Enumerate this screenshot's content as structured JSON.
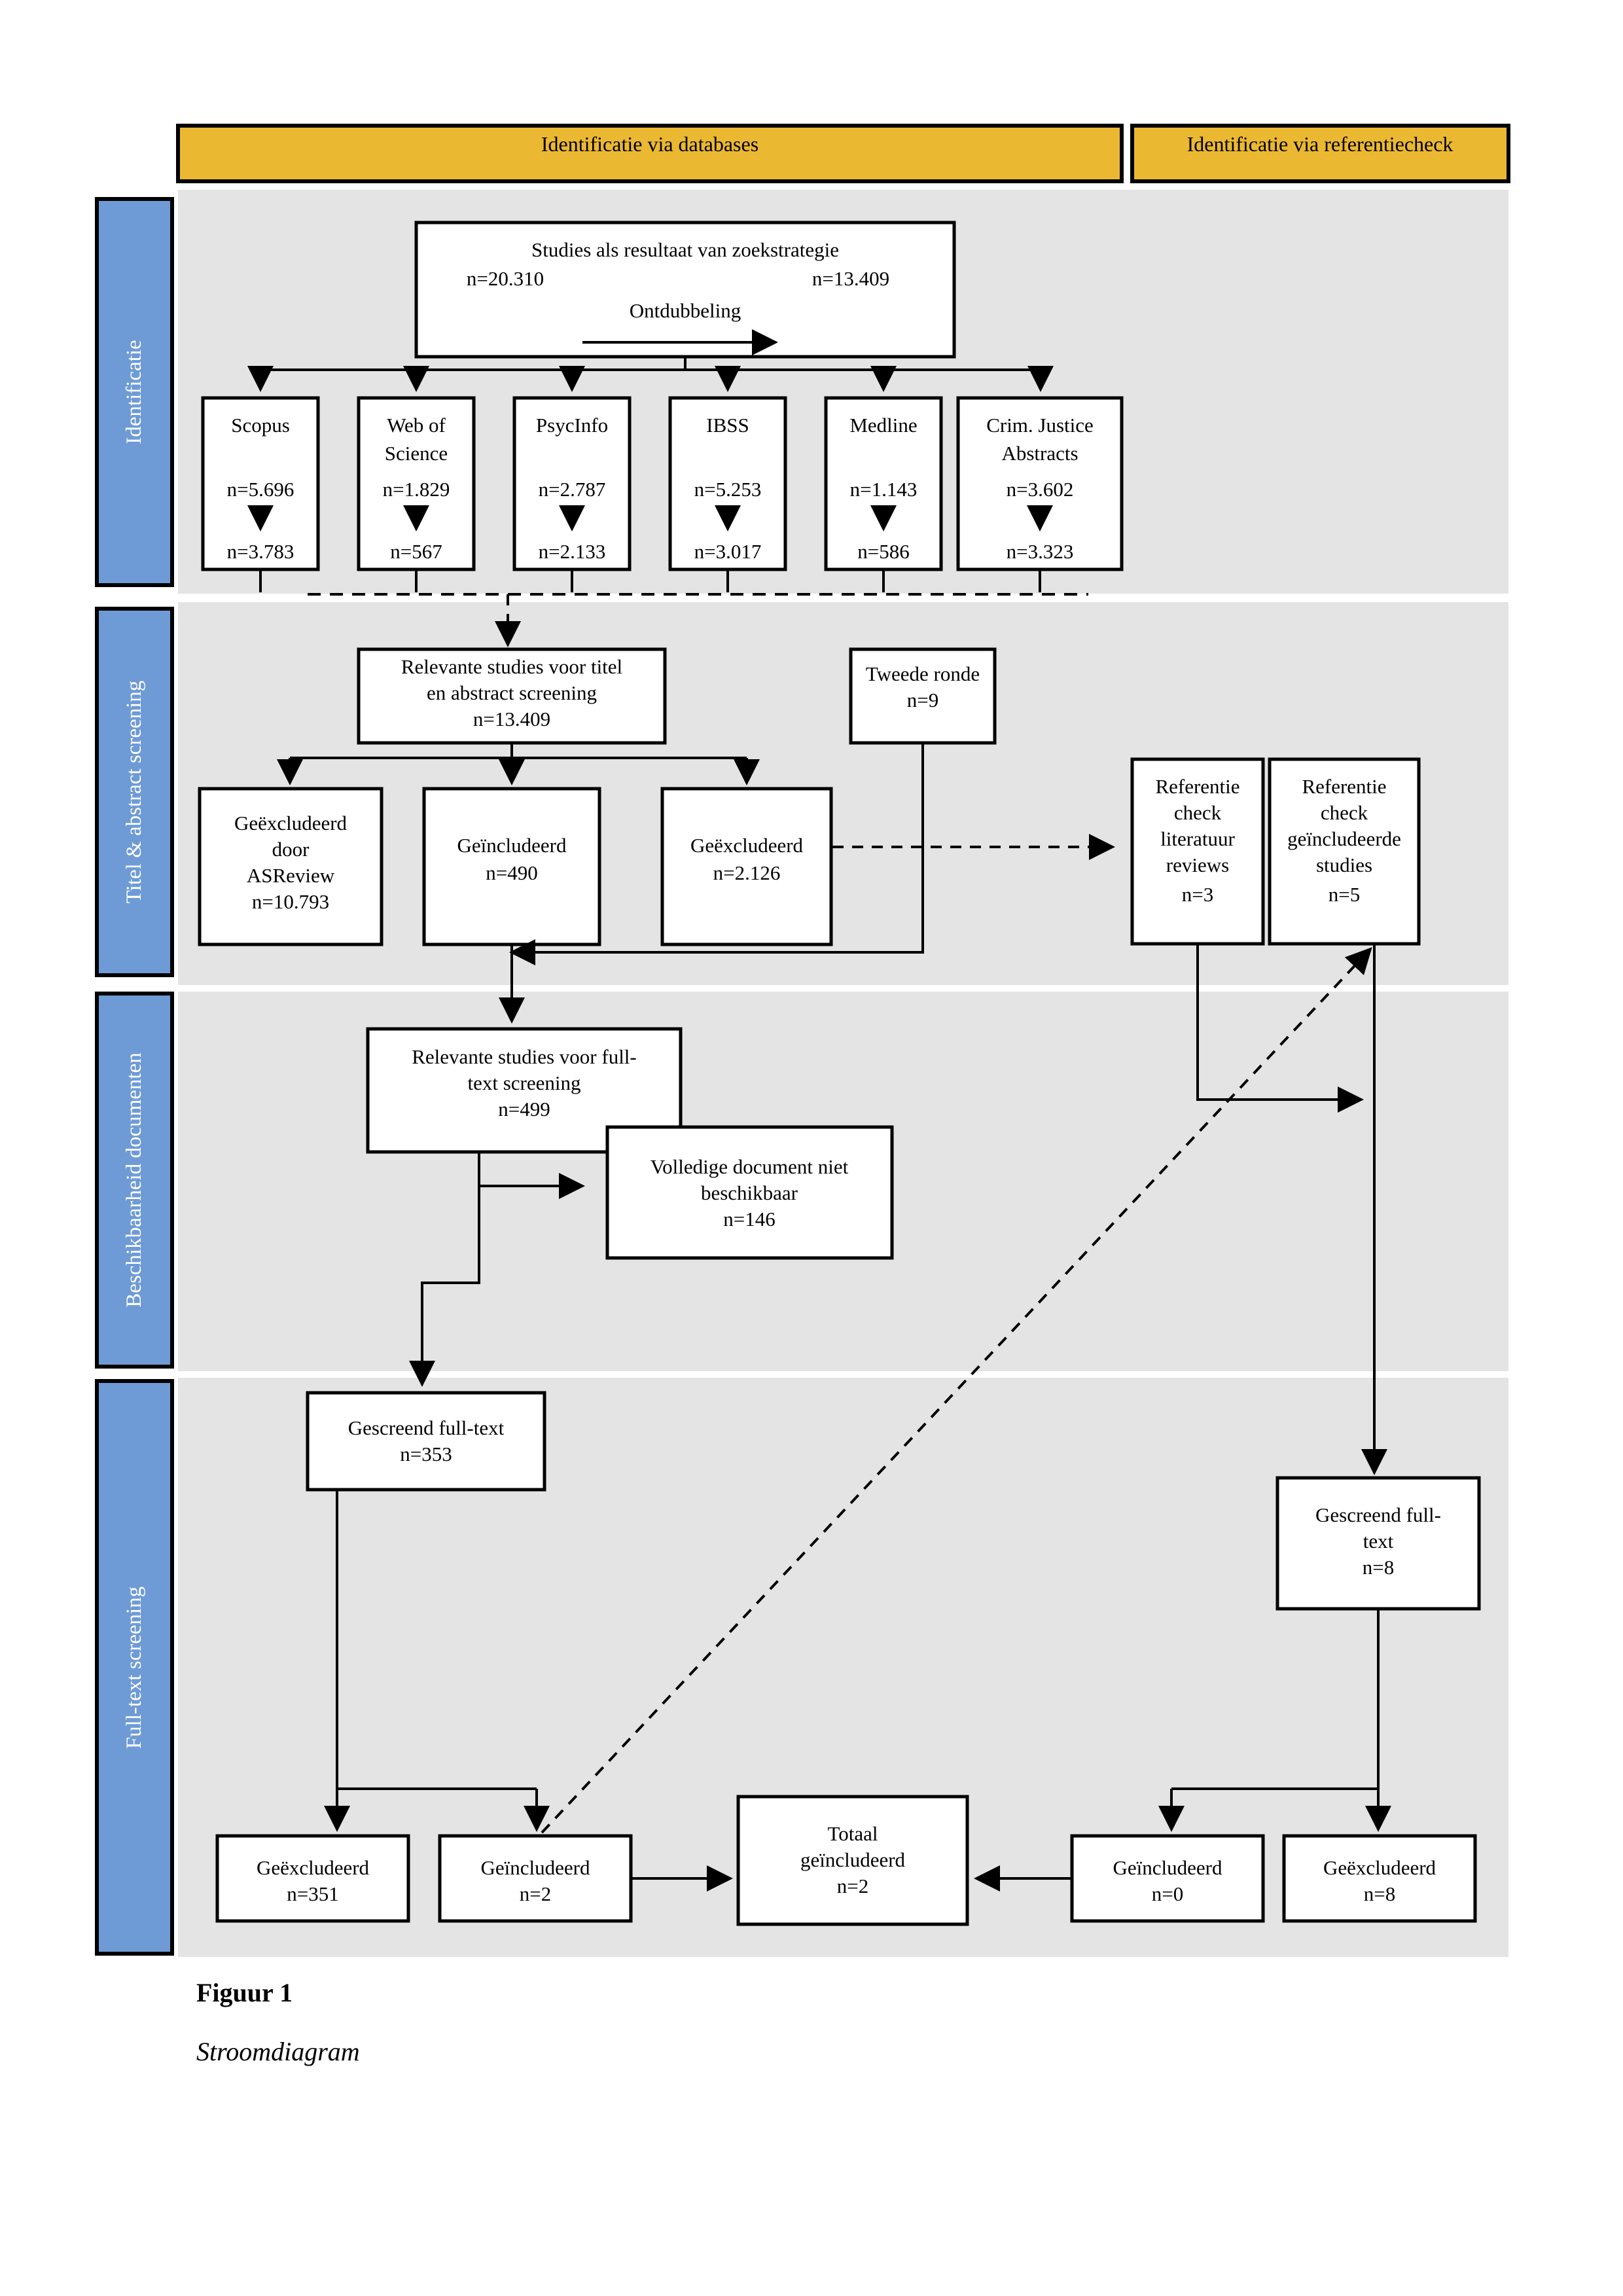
{
  "figure": {
    "caption_label": "Figuur 1",
    "caption_title": "Stroomdiagram"
  },
  "colors": {
    "header_yellow": "#ebb832",
    "sidebar_blue": "#6e9bd5",
    "band_grey": "#e4e4e4",
    "box_white": "#ffffff",
    "line_black": "#000000"
  },
  "headers": [
    {
      "label": "Identificatie via databases"
    },
    {
      "label": "Identificatie via referentiecheck"
    }
  ],
  "stages": [
    {
      "label": "Identificatie"
    },
    {
      "label": "Titel & abstract screening"
    },
    {
      "label": "Beschikbaarheid documenten"
    },
    {
      "label": "Full-text screening"
    }
  ],
  "nodes": {
    "search_strategy": {
      "title": "Studies als resultaat van zoekstrategie",
      "n_left": "n=20.310",
      "n_right": "n=13.409",
      "dedup_label": "Ontdubbeling"
    },
    "databases": [
      {
        "name_line1": "Scopus",
        "name_line2": "",
        "n_before": "n=5.696",
        "n_after": "n=3.783"
      },
      {
        "name_line1": "Web of",
        "name_line2": "Science",
        "n_before": "n=1.829",
        "n_after": "n=567"
      },
      {
        "name_line1": "PsycInfo",
        "name_line2": "",
        "n_before": "n=2.787",
        "n_after": "n=2.133"
      },
      {
        "name_line1": "IBSS",
        "name_line2": "",
        "n_before": "n=5.253",
        "n_after": "n=3.017"
      },
      {
        "name_line1": "Medline",
        "name_line2": "",
        "n_before": "n=1.143",
        "n_after": "n=586"
      },
      {
        "name_line1": "Crim. Justice",
        "name_line2": "Abstracts",
        "n_before": "n=3.602",
        "n_after": "n=3.323"
      }
    ],
    "relevant_title_abstract": {
      "line1": "Relevante studies voor titel",
      "line2": "en abstract screening",
      "n": "n=13.409"
    },
    "second_round": {
      "line1": "Tweede ronde",
      "n": "n=9"
    },
    "excluded_asreview": {
      "line1": "Geëxcludeerd",
      "line2": "door",
      "line3": "ASReview",
      "n": "n=10.793"
    },
    "included_ta": {
      "line1": "Geïncludeerd",
      "n": "n=490"
    },
    "excluded_ta": {
      "line1": "Geëxcludeerd",
      "n": "n=2.126"
    },
    "refcheck_reviews": {
      "line1": "Referentie",
      "line2": "check",
      "line3": "literatuur",
      "line4": "reviews",
      "n": "n=3"
    },
    "refcheck_included": {
      "line1": "Referentie",
      "line2": "check",
      "line3": "geïncludeerde",
      "line4": "studies",
      "n": "n=5"
    },
    "relevant_fulltext": {
      "line1": "Relevante studies voor full-",
      "line2": "text screening",
      "n": "n=499"
    },
    "doc_unavailable": {
      "line1": "Volledige document niet",
      "line2": "beschikbaar",
      "n": "n=146"
    },
    "screened_fulltext_db": {
      "line1": "Gescreend full-text",
      "n": "n=353"
    },
    "screened_fulltext_ref": {
      "line1": "Gescreend full-",
      "line2": "text",
      "n": "n=8"
    },
    "excluded_ft_db": {
      "line1": "Geëxcludeerd",
      "n": "n=351"
    },
    "included_ft_db": {
      "line1": "Geïncludeerd",
      "n": "n=2"
    },
    "total_included": {
      "line1": "Totaal",
      "line2": "geïncludeerd",
      "n": "n=2"
    },
    "included_ft_ref": {
      "line1": "Geïncludeerd",
      "n": "n=0"
    },
    "excluded_ft_ref": {
      "line1": "Geëxcludeerd",
      "n": "n=8"
    }
  }
}
